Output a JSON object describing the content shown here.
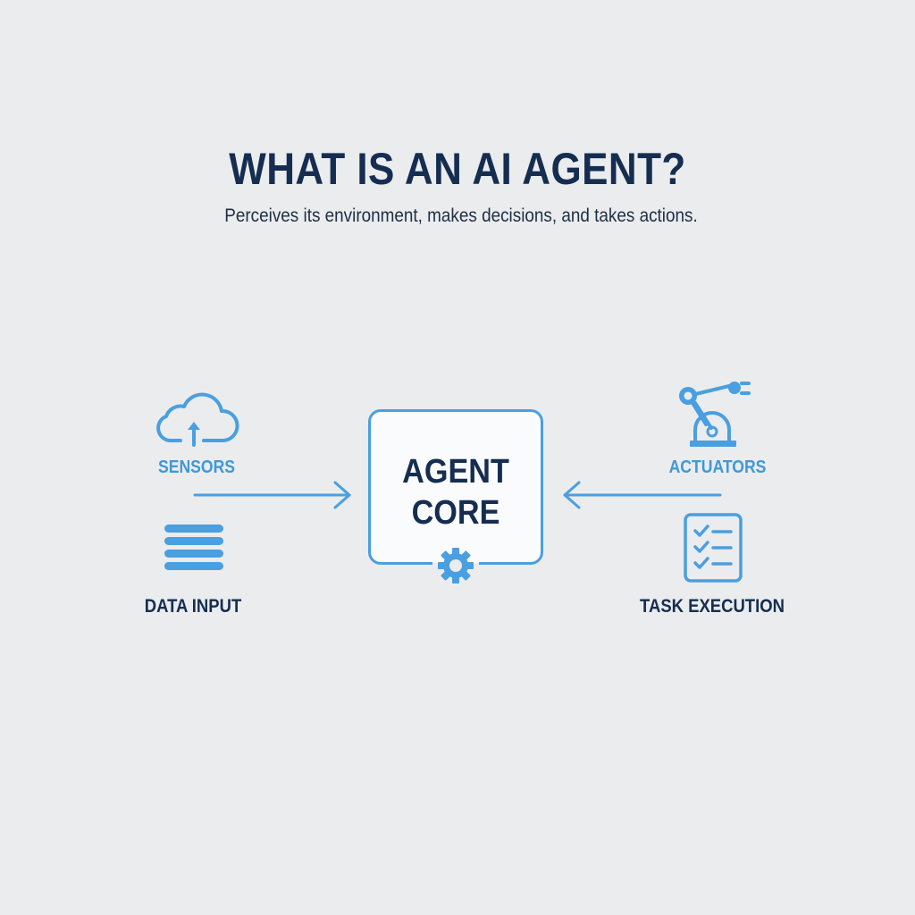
{
  "header": {
    "title": "WHAT IS AN AI AGENT?",
    "subtitle": "Perceives its environment, makes decisions, and takes actions."
  },
  "diagram": {
    "core": {
      "line1": "AGENT",
      "line2": "CORE",
      "icon": "gear-icon"
    },
    "inputs": [
      {
        "label": "SENSORS",
        "icon": "cloud-upload-icon",
        "color": "#3e98d9"
      },
      {
        "label": "DATA INPUT",
        "icon": "data-stack-icon",
        "color": "#152d50"
      }
    ],
    "outputs": [
      {
        "label": "ACTUATORS",
        "icon": "robot-arm-icon",
        "color": "#3e98d9"
      },
      {
        "label": "TASK EXECUTION",
        "icon": "checklist-icon",
        "color": "#152d50"
      }
    ],
    "arrows": [
      {
        "from": "inputs",
        "to": "core",
        "direction": "right"
      },
      {
        "from": "outputs",
        "to": "core",
        "direction": "left"
      }
    ]
  },
  "colors": {
    "background": "#ebecee",
    "accent": "#4a9fe0",
    "dark_text": "#152d50"
  }
}
